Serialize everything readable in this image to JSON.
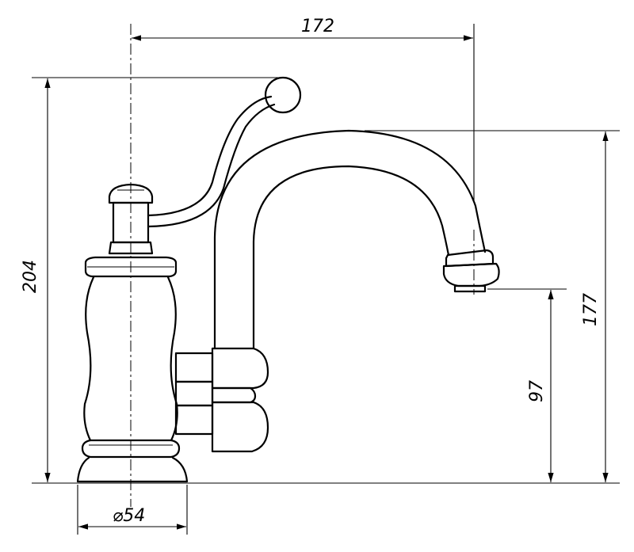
{
  "drawing": {
    "dimensions": {
      "width_172": "172",
      "height_204": "204",
      "height_177": "177",
      "height_97": "97",
      "diameter_54": "⌀54"
    },
    "line_color": "#000000",
    "background": "#ffffff"
  }
}
